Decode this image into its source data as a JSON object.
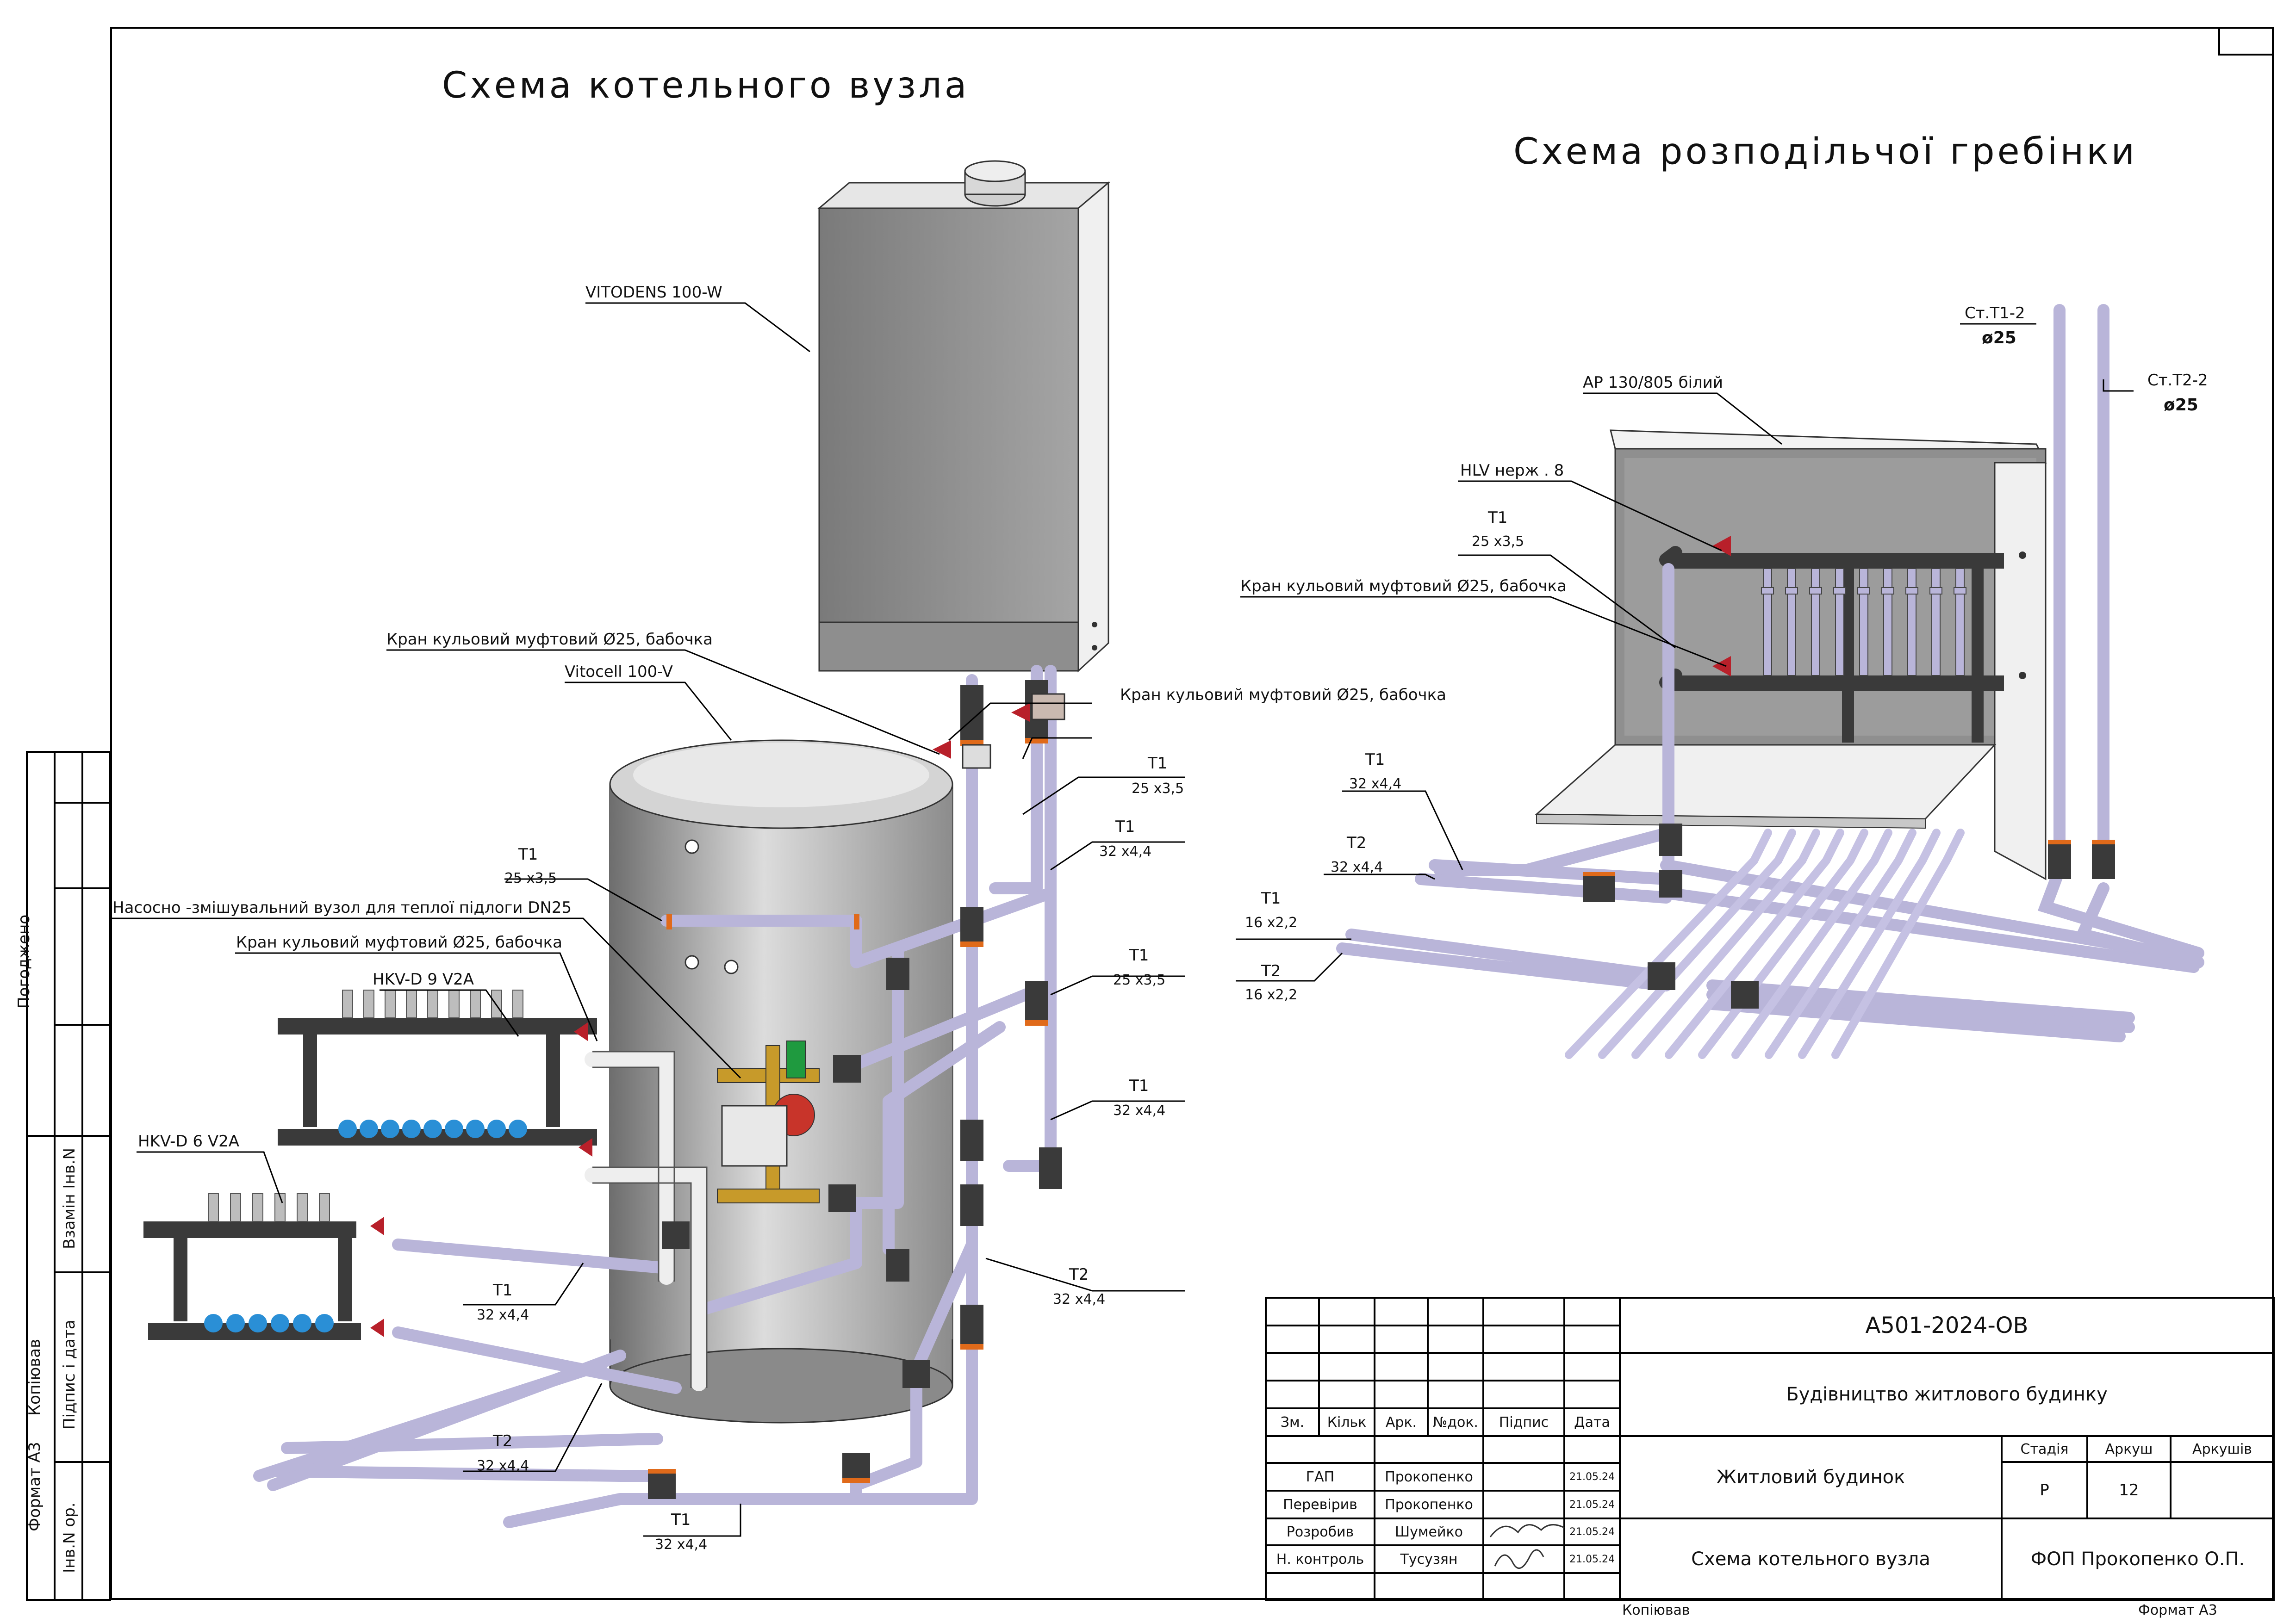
{
  "titles": {
    "boiler": "Схема котельного вузла",
    "manifold": "Схема розподільчої гребінки"
  },
  "left_labels": {
    "boiler": "VITODENS 100-W",
    "tank": "Vitocell 100-V",
    "valve_top": "Кран кульовий муфтовий Ø25, бабочка",
    "valve_right": "Кран кульовий муфтовий Ø25, бабочка",
    "valve_left": "Кран кульовий муфтовий Ø25, бабочка",
    "pump_group": "Насосно -змішувальний вузол для теплої підлоги DN25",
    "hkv9": "HKV-D 9 V2A",
    "hkv6": "HKV-D 6 V2A",
    "t1_tank": "T1",
    "t1_tank_size": "25 x3,5",
    "t1_r1": "T1",
    "t1_r1_size": "25 x3,5",
    "t1_r2": "T1",
    "t1_r2_size": "32 x4,4",
    "t1_r3": "T1",
    "t1_r3_size": "25 x3,5",
    "t1_r4": "T1",
    "t1_r4_size": "32 x4,4",
    "t2_r5": "T2",
    "t2_r5_size": "32 x4,4",
    "t1_low": "T1",
    "t1_low_size": "32 x4,4",
    "t2_low": "T2",
    "t2_low_size": "32 x4,4",
    "t1_bottom": "T1",
    "t1_bottom_size": "32 x4,4"
  },
  "right_labels": {
    "st1": "Ст.Т1-2",
    "st1_d": "ø25",
    "st2": "Ст.Т2-2",
    "st2_d": "ø25",
    "box": "АР 130/805 білий",
    "hlv": "HLV нерж . 8",
    "t1_a": "T1",
    "t1_a_size": "25 x3,5",
    "valve": "Кран кульовий муфтовий Ø25, бабочка",
    "t1_b": "T1",
    "t1_b_size": "32 x4,4",
    "t2_b": "T2",
    "t2_b_size": "32 x4,4",
    "t1_c": "T1",
    "t1_c_size": "16 x2,2",
    "t2_c": "T2",
    "t2_c_size": "16 x2,2"
  },
  "margin": {
    "agreed": "Погоджено",
    "replace": "Взамін Інв.N",
    "sign_date": "Підпис і дата",
    "inv": "Інв.N ор.",
    "format_left": "Формат А3",
    "copied_left": "Копіював"
  },
  "stamp": {
    "code": "A501-2024-ОВ",
    "project": "Будівництво житлового будинку",
    "object": "Житловий будинок",
    "sheet_title": "Схема котельного вузла",
    "company": "ФОП Прокопенко О.П.",
    "headers": [
      "Зм.",
      "Кільк",
      "Арк.",
      "№док.",
      "Підпис",
      "Дата"
    ],
    "stage_label": "Стадія",
    "sheet_label": "Аркуш",
    "sheets_label": "Аркушів",
    "stage": "Р",
    "sheet": "12",
    "sheets": "",
    "rows": [
      {
        "role": "ГАП",
        "name": "Прокопенко",
        "date": "21.05.24"
      },
      {
        "role": "Перевірив",
        "name": "Прокопенко",
        "date": "21.05.24"
      },
      {
        "role": "Розробив",
        "name": "Шумейко",
        "date": "21.05.24"
      },
      {
        "role": "Н. контроль",
        "name": "Тусузян",
        "date": "21.05.24"
      }
    ],
    "copied": "Копіював",
    "format": "Формат А3"
  },
  "colors": {
    "pipe": "#b9b5d9",
    "fitting": "#3a3a3a",
    "orange": "#e06a1a",
    "blue": "#2a8fd6",
    "red": "#b8202a",
    "grey": "#8a8a8a"
  }
}
